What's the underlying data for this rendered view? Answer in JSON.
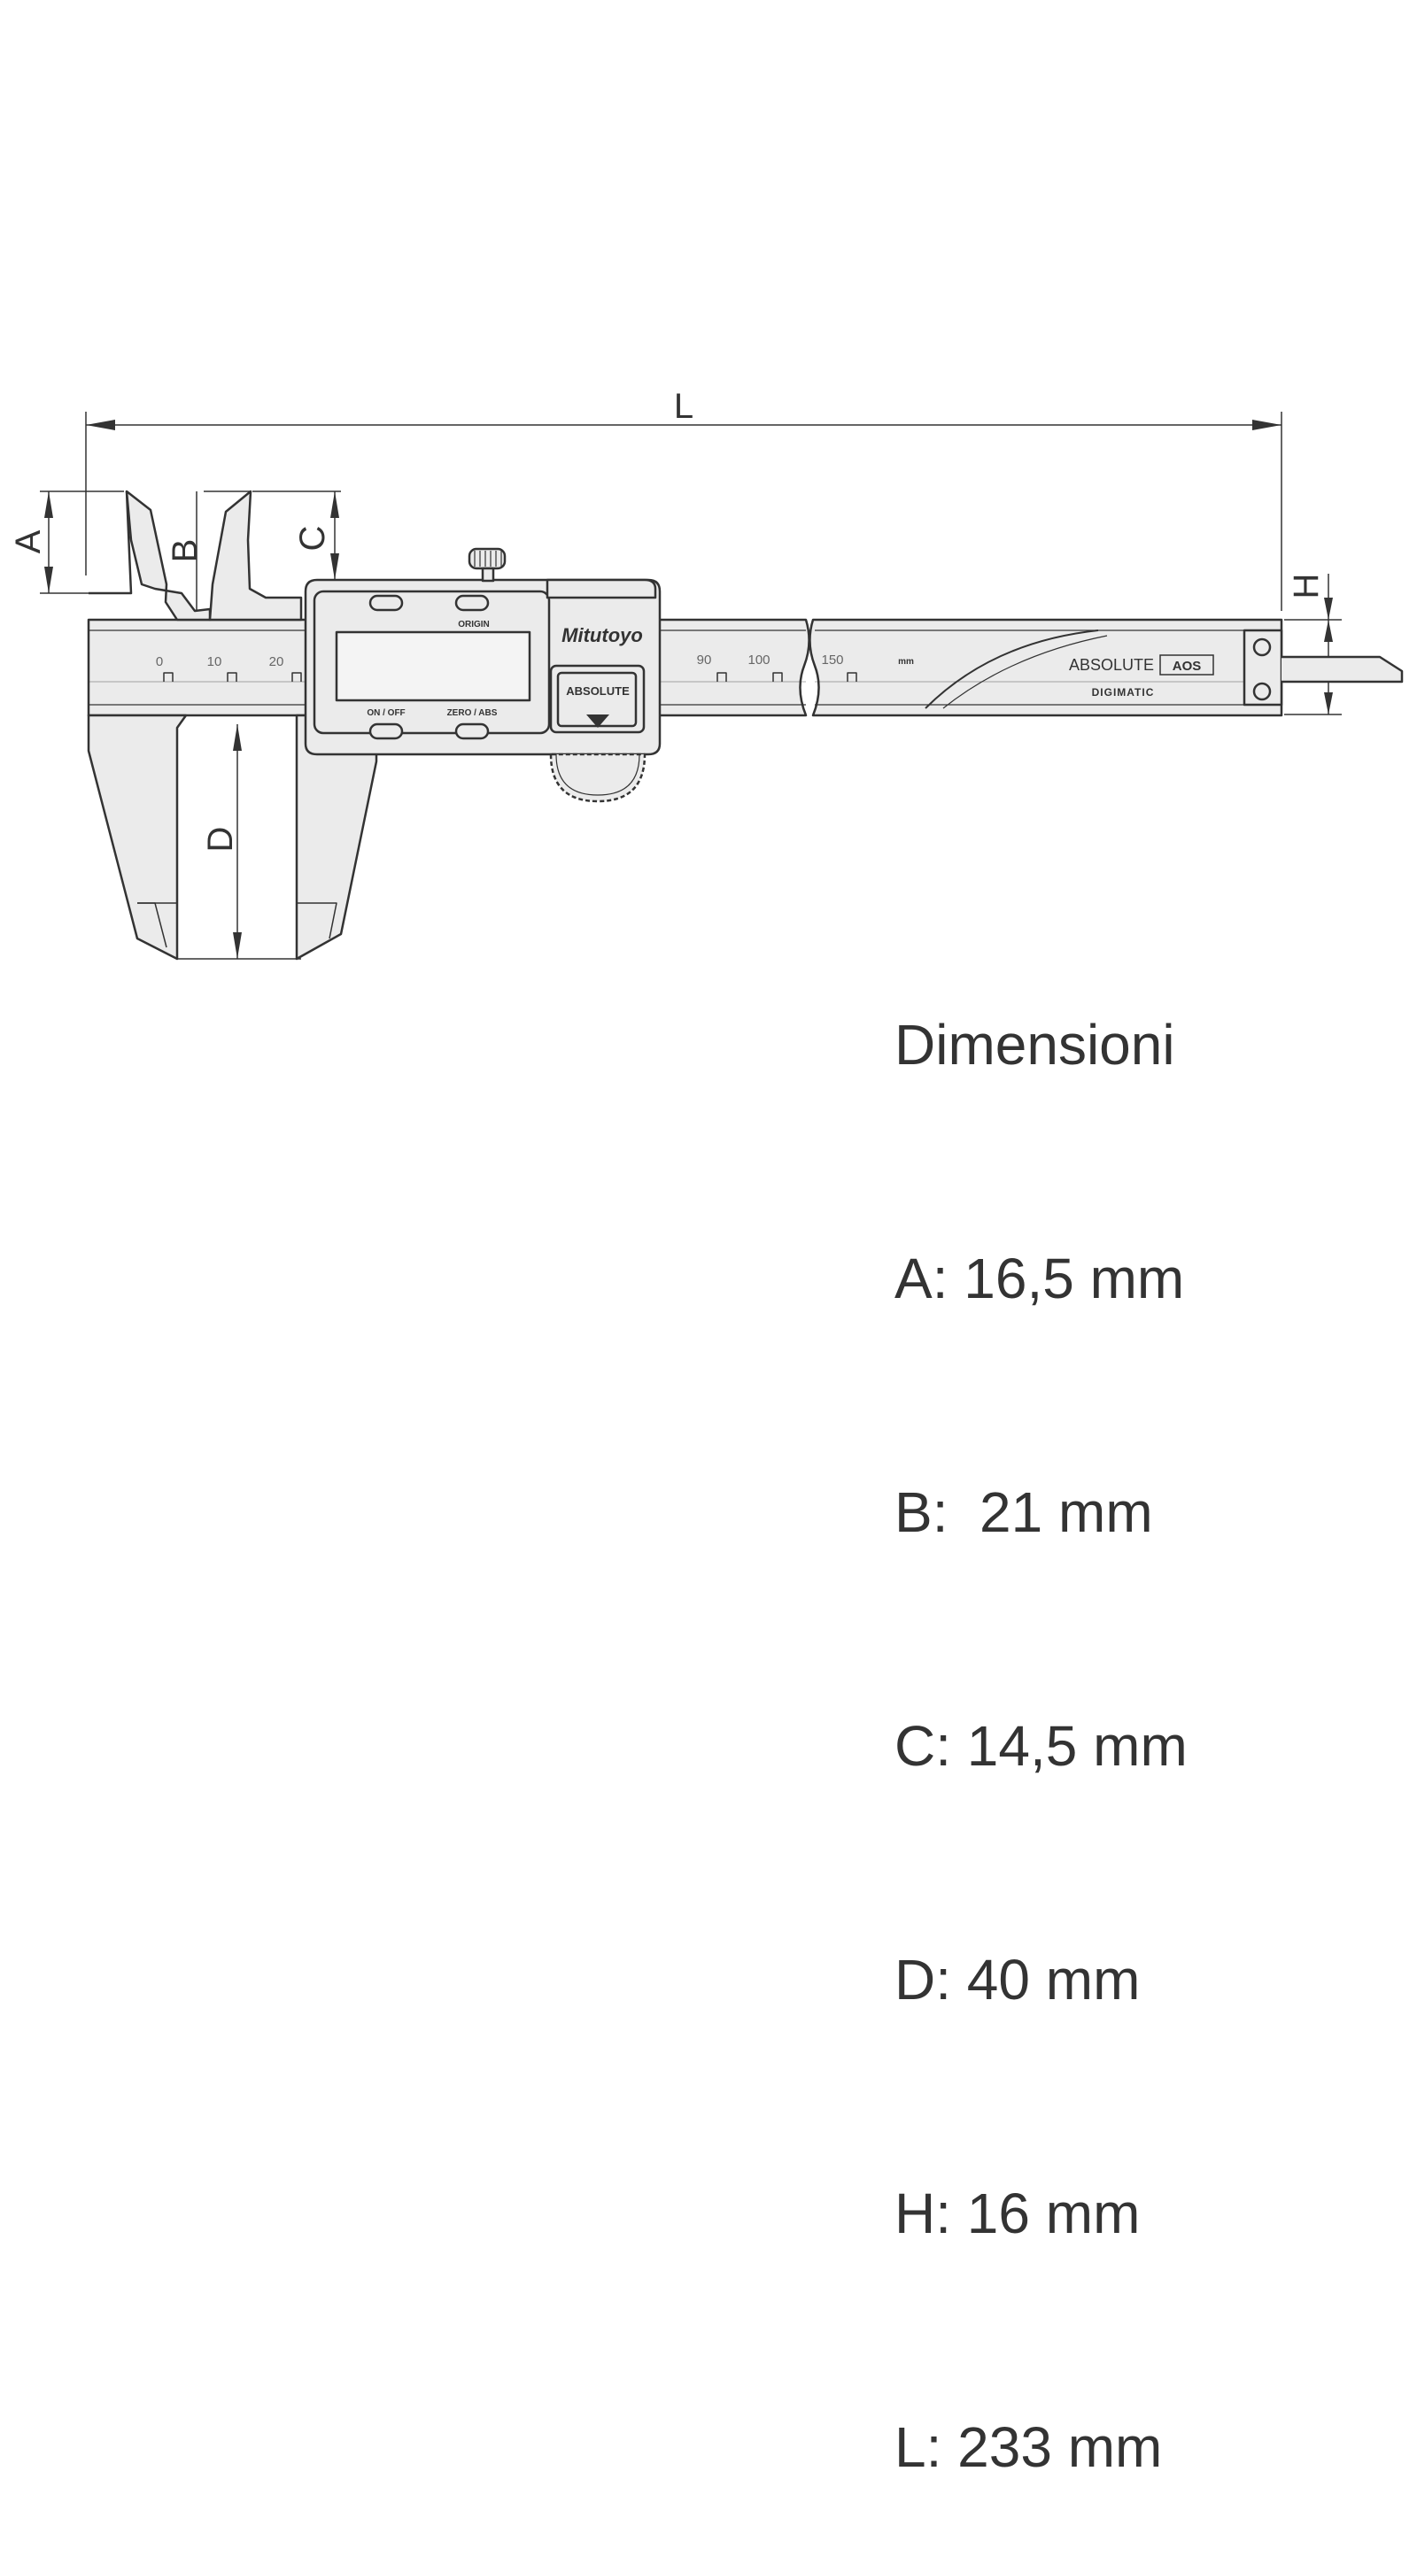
{
  "drawing": {
    "labels": {
      "L": "L",
      "A": "A",
      "B": "B",
      "C": "C",
      "D": "D",
      "H": "H"
    },
    "scale_numbers_left": [
      "0",
      "10",
      "20"
    ],
    "scale_numbers_right": [
      "90",
      "100",
      "150"
    ],
    "brand": "Mitutoyo",
    "display_button_labels": {
      "origin": "ORIGIN",
      "on_off": "ON / OFF",
      "zero_abs": "ZERO / ABS"
    },
    "slider_badge": "ABSOLUTE",
    "beam_logo": "ABSOLUTE",
    "beam_logo_badge": "AOS",
    "beam_sublogo": "DIGIMATIC",
    "beam_unit_mark": "mm"
  },
  "specs": {
    "heading": "Dimensioni",
    "items": [
      {
        "key": "A",
        "text": "A: 16,5 mm"
      },
      {
        "key": "B",
        "text": "B:  21 mm"
      },
      {
        "key": "C",
        "text": "C: 14,5 mm"
      },
      {
        "key": "D",
        "text": "D: 40 mm"
      },
      {
        "key": "H",
        "text": "H: 16 mm"
      },
      {
        "key": "L",
        "text": "L: 233 mm"
      }
    ]
  },
  "colors": {
    "line": "#333333",
    "fill": "#ebebeb",
    "text": "#333333"
  }
}
